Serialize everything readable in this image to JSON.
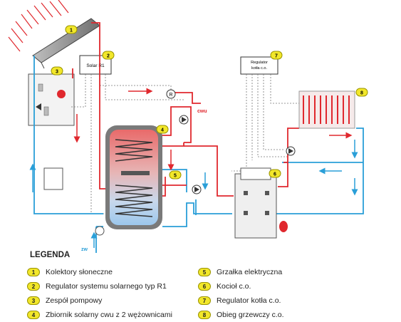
{
  "diagram": {
    "badges": [
      "1",
      "2",
      "3",
      "4",
      "5",
      "6",
      "7",
      "8"
    ],
    "controller_solar_label": "Solar R1",
    "controller_boiler_label_line1": "Regulator",
    "controller_boiler_label_line2": "kotła c.o.",
    "label_cwu": "cwu",
    "label_zw": "zw",
    "label_r": "R"
  },
  "legend": {
    "title": "LEGENDA",
    "left": [
      {
        "num": "1",
        "label": "Kolektory słoneczne"
      },
      {
        "num": "2",
        "label": "Regulator systemu solarnego typ R1"
      },
      {
        "num": "3",
        "label": "Zespół pompowy"
      },
      {
        "num": "4",
        "label": "Zbiornik solarny cwu z 2 wężownicami"
      }
    ],
    "right": [
      {
        "num": "5",
        "label": "Grzałka elektryczna"
      },
      {
        "num": "6",
        "label": "Kocioł c.o."
      },
      {
        "num": "7",
        "label": "Regulator kotła c.o."
      },
      {
        "num": "8",
        "label": "Obieg grzewczy c.o."
      }
    ]
  },
  "colors": {
    "hot": "#e0282e",
    "cold": "#2a9fd8",
    "badge": "#f2e72a",
    "signal": "#777777"
  }
}
